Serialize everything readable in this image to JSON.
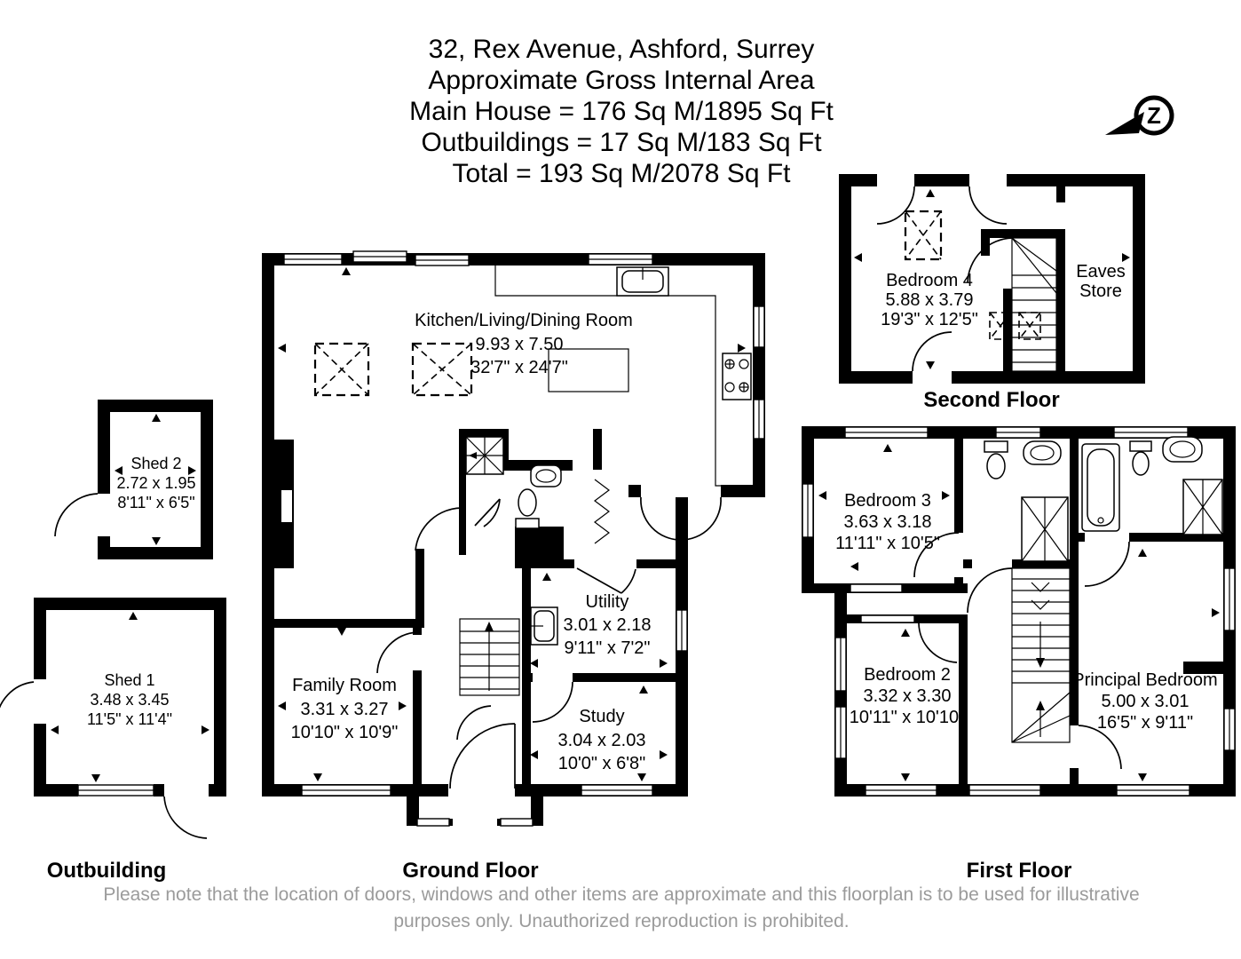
{
  "title": {
    "line1": "32, Rex Avenue, Ashford, Surrey",
    "line2": "Approximate Gross Internal Area",
    "line3": "Main House = 176 Sq M/1895 Sq Ft",
    "line4": "Outbuildings = 17 Sq M/183 Sq Ft",
    "line5": "Total = 193 Sq M/2078 Sq Ft"
  },
  "compass": {
    "letter": "Z"
  },
  "floors": {
    "ground": {
      "label": "Ground Floor",
      "rooms": {
        "kitchen": {
          "name": "Kitchen/Living/Dining Room",
          "metric": "9.93 x 7.50",
          "imperial": "32'7\" x 24'7\""
        },
        "family": {
          "name": "Family Room",
          "metric": "3.31 x 3.27",
          "imperial": "10'10\" x 10'9\""
        },
        "utility": {
          "name": "Utility",
          "metric": "3.01 x 2.18",
          "imperial": "9'11\" x 7'2\""
        },
        "study": {
          "name": "Study",
          "metric": "3.04 x 2.03",
          "imperial": "10'0\" x 6'8\""
        }
      }
    },
    "first": {
      "label": "First Floor",
      "rooms": {
        "bedroom3": {
          "name": "Bedroom 3",
          "metric": "3.63 x 3.18",
          "imperial": "11'11\" x 10'5\""
        },
        "bedroom2": {
          "name": "Bedroom 2",
          "metric": "3.32 x 3.30",
          "imperial": "10'11\" x 10'10\""
        },
        "principal": {
          "name": "Principal Bedroom",
          "metric": "5.00 x 3.01",
          "imperial": "16'5\" x 9'11\""
        }
      }
    },
    "second": {
      "label": "Second Floor",
      "rooms": {
        "bedroom4": {
          "name": "Bedroom 4",
          "metric": "5.88 x 3.79",
          "imperial": "19'3\" x 12'5\""
        },
        "eaves": {
          "line1": "Eaves",
          "line2": "Store"
        }
      }
    },
    "outbuilding": {
      "label": "Outbuilding",
      "rooms": {
        "shed2": {
          "name": "Shed 2",
          "metric": "2.72 x 1.95",
          "imperial": "8'11\" x 6'5\""
        },
        "shed1": {
          "name": "Shed 1",
          "metric": "3.48 x 3.45",
          "imperial": "11'5\" x 11'4\""
        }
      }
    }
  },
  "footer": {
    "line1": "Please note that the location of doors, windows and other items are approximate and this floorplan is to be used for illustrative",
    "line2": "purposes only. Unauthorized reproduction is prohibited.",
    "text_color": "#9b9b9b"
  },
  "colors": {
    "walls": "#000000",
    "background": "#ffffff"
  }
}
